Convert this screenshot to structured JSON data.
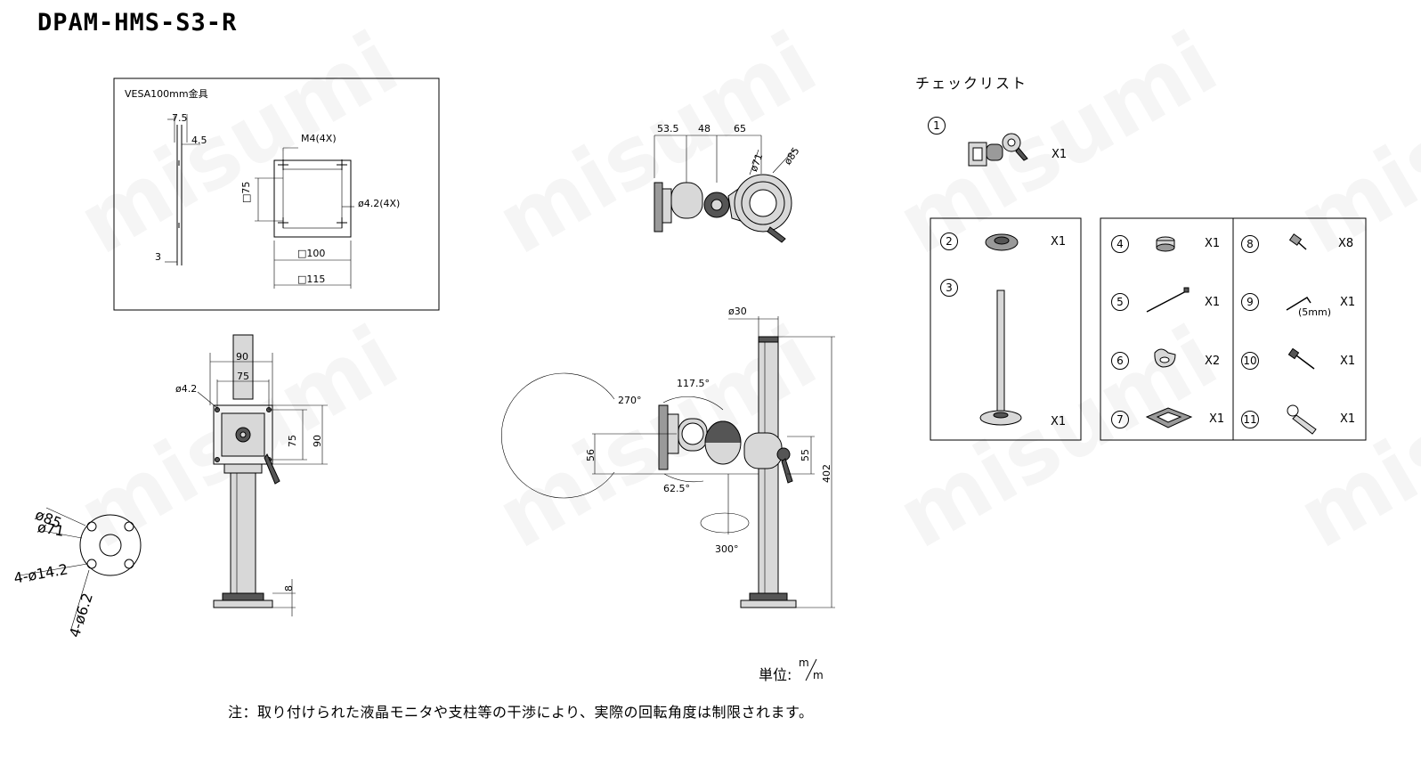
{
  "title": "DPAM-HMS-S3-R",
  "vesa": {
    "label": "VESA100mm金具",
    "dim_7_5": "7.5",
    "dim_4_5": "4.5",
    "dim_3": "3",
    "dim_m4": "M4(4X)",
    "dim_75": "□75",
    "dim_42": "ø4.2(4X)",
    "dim_100": "□100",
    "dim_115": "□115"
  },
  "top_view": {
    "dim_53_5": "53.5",
    "dim_48": "48",
    "dim_65": "65",
    "dim_71": "ø71",
    "dim_85": "ø85"
  },
  "front_view": {
    "dim_90_top": "90",
    "dim_75_top": "75",
    "dim_42": "ø4.2",
    "dim_75_side": "75",
    "dim_90_side": "90",
    "dim_8": "8"
  },
  "base_view": {
    "dim_85": "ø85",
    "dim_71": "ø71",
    "dim_142": "4-ø14.2",
    "dim_62": "4-ø6.2"
  },
  "side_view": {
    "dim_30": "ø30",
    "angle_117": "117.5°",
    "angle_270": "270°",
    "dim_56": "56",
    "angle_62": "62.5°",
    "dim_55": "55",
    "dim_402": "402",
    "angle_300": "300°"
  },
  "checklist": {
    "title": "チェックリスト",
    "items": [
      {
        "num": "1",
        "qty": "X1"
      },
      {
        "num": "2",
        "qty": "X1"
      },
      {
        "num": "3",
        "qty": "X1"
      },
      {
        "num": "4",
        "qty": "X1"
      },
      {
        "num": "5",
        "qty": "X1"
      },
      {
        "num": "6",
        "qty": "X2"
      },
      {
        "num": "7",
        "qty": "X1"
      },
      {
        "num": "8",
        "qty": "X8"
      },
      {
        "num": "9",
        "qty": "X1"
      },
      {
        "num": "10",
        "qty": "X1"
      },
      {
        "num": "11",
        "qty": "X1"
      }
    ],
    "wrench_size": "(5mm)"
  },
  "unit": {
    "label": "単位:",
    "m1": "m",
    "m2": "m"
  },
  "note": "注：取り付けられた液晶モニタや支柱等の干渉により、実際の回転角度は制限されます。",
  "watermark": "misumi"
}
